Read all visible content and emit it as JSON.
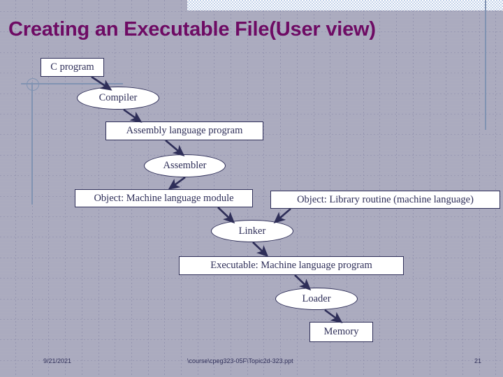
{
  "slide": {
    "title": "Creating an Executable File(User view)",
    "title_color": "#6e0b64",
    "node_color": "#2e2e58",
    "accent_color": "#8193b2",
    "band_color": "#c3d2ea"
  },
  "diagram": {
    "nodes": [
      {
        "id": "c-program",
        "shape": "rect",
        "label": "C program"
      },
      {
        "id": "compiler",
        "shape": "ellipse",
        "label": "Compiler"
      },
      {
        "id": "assembly-program",
        "shape": "rect",
        "label": "Assembly language program"
      },
      {
        "id": "assembler",
        "shape": "ellipse",
        "label": "Assembler"
      },
      {
        "id": "object-module",
        "shape": "rect",
        "label": "Object: Machine language module"
      },
      {
        "id": "object-library",
        "shape": "rect",
        "label": "Object: Library routine (machine language)"
      },
      {
        "id": "linker",
        "shape": "ellipse",
        "label": "Linker"
      },
      {
        "id": "executable",
        "shape": "rect",
        "label": "Executable: Machine language program"
      },
      {
        "id": "loader",
        "shape": "ellipse",
        "label": "Loader"
      },
      {
        "id": "memory",
        "shape": "rect",
        "label": "Memory"
      }
    ],
    "edges": [
      {
        "from": "c-program",
        "to": "compiler"
      },
      {
        "from": "compiler",
        "to": "assembly-program"
      },
      {
        "from": "assembly-program",
        "to": "assembler"
      },
      {
        "from": "assembler",
        "to": "object-module"
      },
      {
        "from": "object-module",
        "to": "linker"
      },
      {
        "from": "object-library",
        "to": "linker"
      },
      {
        "from": "linker",
        "to": "executable"
      },
      {
        "from": "executable",
        "to": "loader"
      },
      {
        "from": "loader",
        "to": "memory"
      }
    ]
  },
  "footer": {
    "date": "9/21/2021",
    "path": "\\course\\cpeg323-05F\\Topic2d-323.ppt",
    "page": "21"
  }
}
